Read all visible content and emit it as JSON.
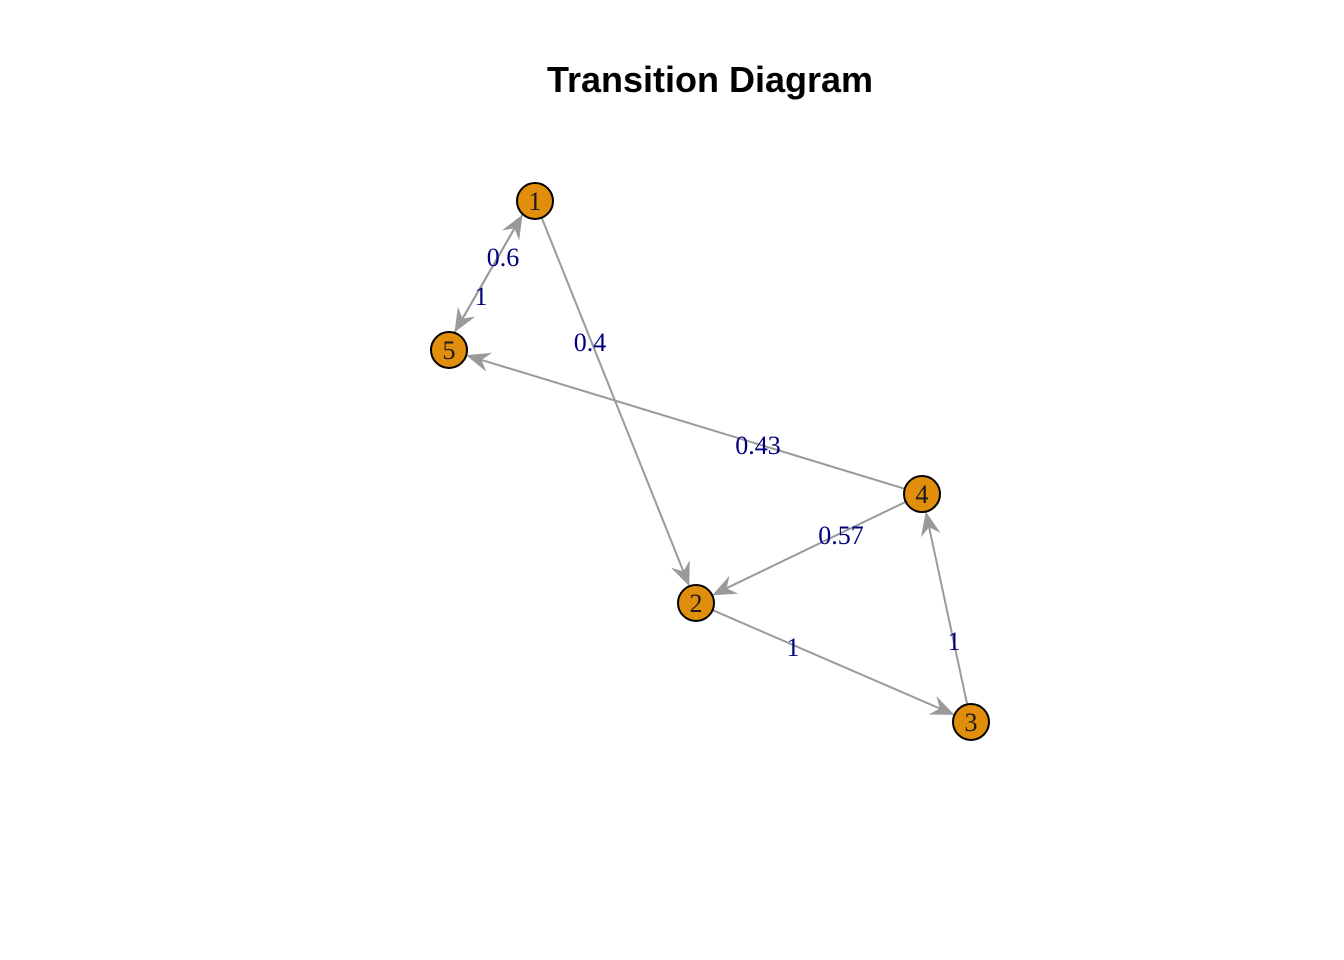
{
  "diagram": {
    "title": "Transition Diagram",
    "colors": {
      "node_fill": "#e08e0b",
      "node_stroke": "#000000",
      "edge": "#9a9a9a",
      "edge_label": "#00007f"
    },
    "nodes": [
      {
        "id": "1",
        "label": "1"
      },
      {
        "id": "2",
        "label": "2"
      },
      {
        "id": "3",
        "label": "3"
      },
      {
        "id": "4",
        "label": "4"
      },
      {
        "id": "5",
        "label": "5"
      }
    ],
    "edges": [
      {
        "from": "1",
        "to": "5",
        "weight": "0.6"
      },
      {
        "from": "5",
        "to": "1",
        "weight": "1"
      },
      {
        "from": "1",
        "to": "2",
        "weight": "0.4"
      },
      {
        "from": "4",
        "to": "5",
        "weight": "0.43"
      },
      {
        "from": "4",
        "to": "2",
        "weight": "0.57"
      },
      {
        "from": "2",
        "to": "3",
        "weight": "1"
      },
      {
        "from": "3",
        "to": "4",
        "weight": "1"
      }
    ]
  }
}
